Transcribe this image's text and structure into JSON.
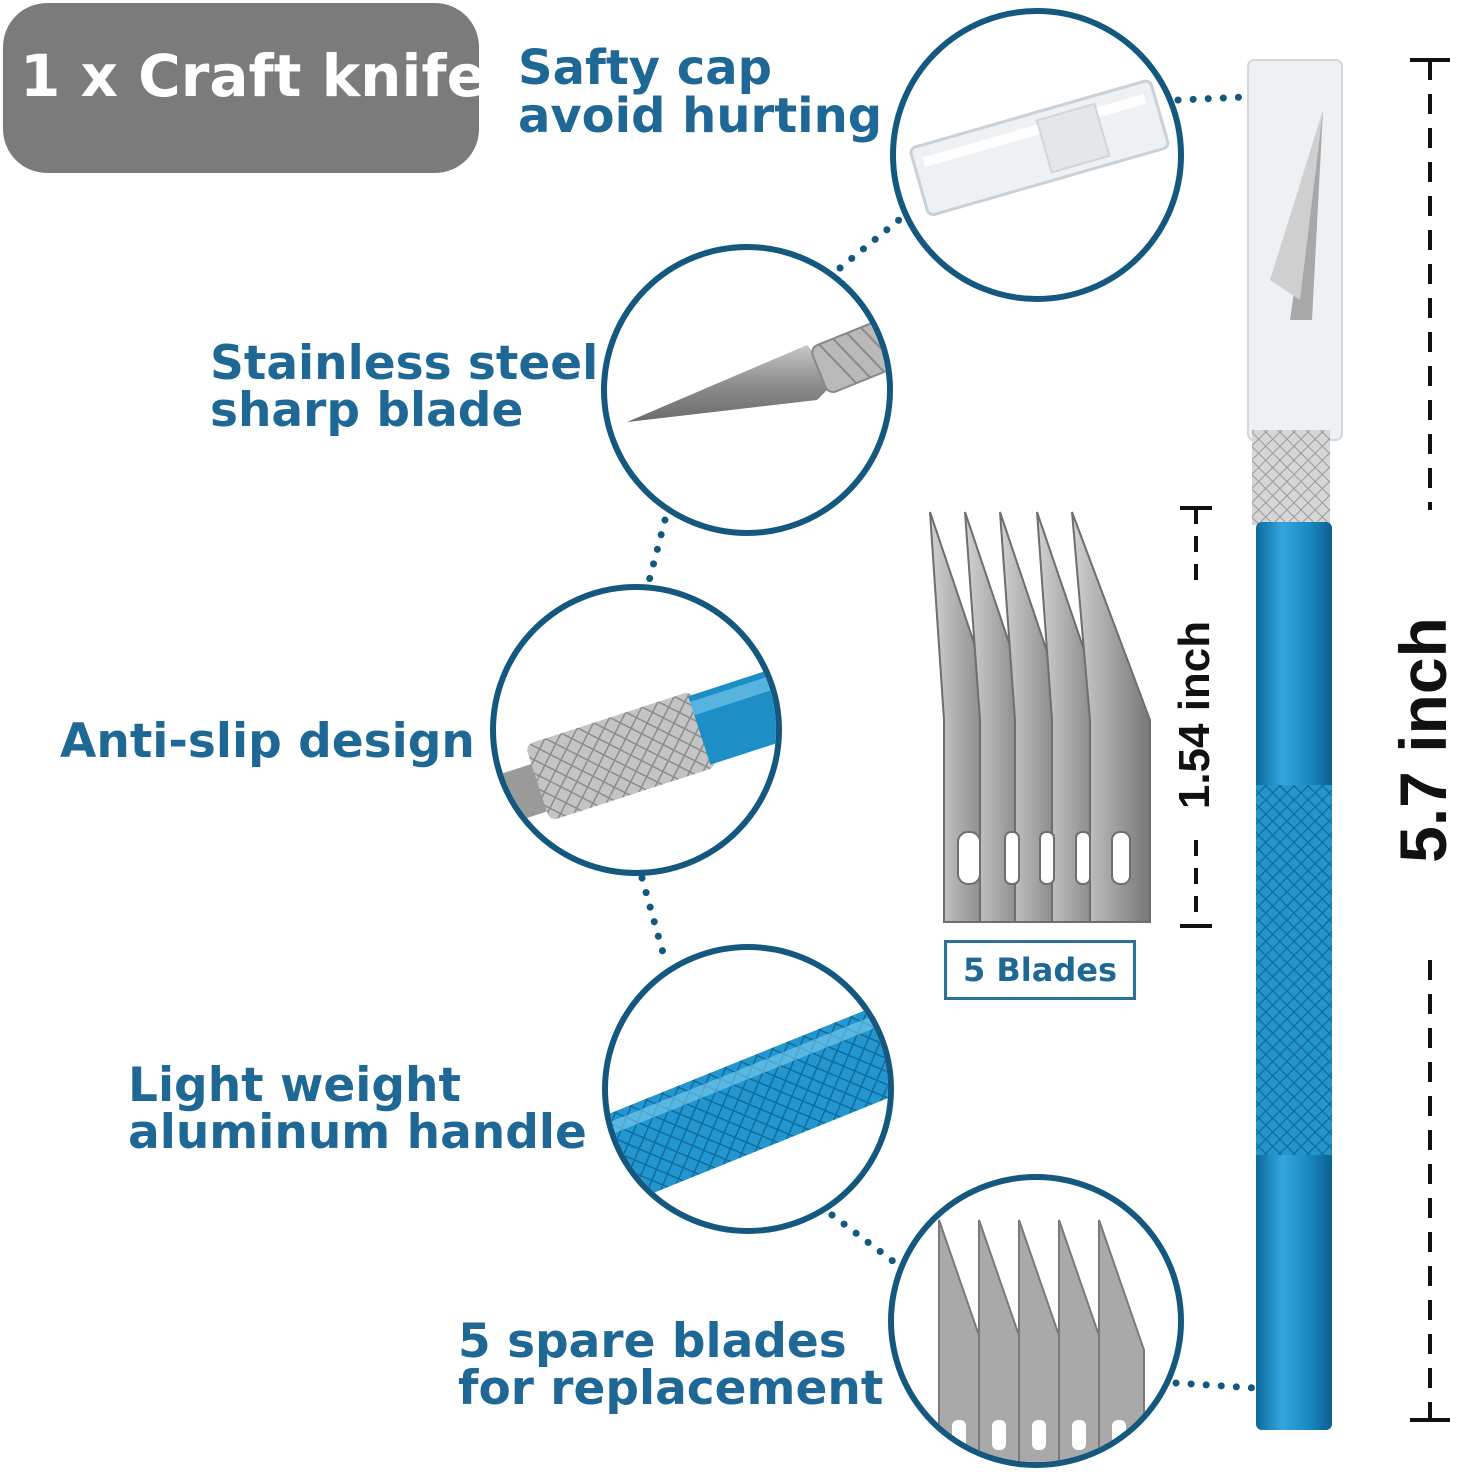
{
  "title": "1 x Craft knife",
  "features": [
    {
      "line1": "Safty cap",
      "line2": "avoid hurting"
    },
    {
      "line1": "Stainless steel",
      "line2": "sharp blade"
    },
    {
      "line1": "Anti-slip design",
      "line2": ""
    },
    {
      "line1": "Light weight",
      "line2": "aluminum handle"
    },
    {
      "line1": "5 spare blades",
      "line2": "for replacement"
    }
  ],
  "blades_label": "5 Blades",
  "dimensions": {
    "blade_length": "1.54 inch",
    "knife_length": "5.7 inch"
  },
  "colors": {
    "label_blue": "#1f6896",
    "circle_border": "#15587f",
    "handle_blue": "#1d8fc6",
    "badge_gray": "#7b7b7b"
  }
}
